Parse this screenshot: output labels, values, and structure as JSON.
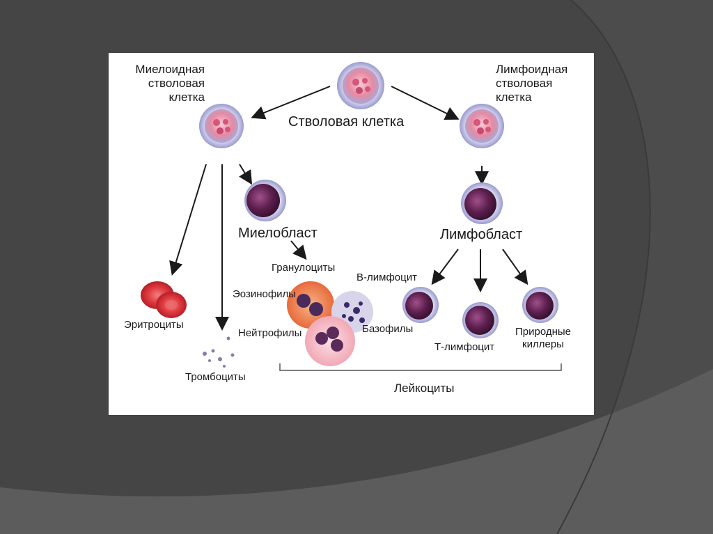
{
  "diagram": {
    "stem_cell": "Стволовая клетка",
    "myeloid_stem_cell": "Миелоидная\nстволовая\nклетка",
    "lymphoid_stem_cell": "Лимфоидная\nстволовая\nклетка",
    "myeloblast": "Миелобласт",
    "lymphoblast": "Лимфобласт",
    "granulocytes": "Гранулоциты",
    "eosinophils": "Эозинофилы",
    "neutrophils": "Нейтрофилы",
    "basophils": "Базофилы",
    "erythrocytes": "Эритроциты",
    "thrombocytes": "Тромбоциты",
    "b_lymphocyte": "В-лимфоцит",
    "t_lymphocyte": "Т-лимфоцит",
    "natural_killers": "Природные\nкиллеры",
    "leukocytes": "Лейкоциты"
  },
  "colors": {
    "background": "#454545",
    "panel": "#ffffff",
    "stem_cell_fill": "#e8a0b4",
    "blast_fill": "#6b2d5c",
    "erythrocyte": "#d9343a",
    "arrow": "#1a1a1a"
  }
}
